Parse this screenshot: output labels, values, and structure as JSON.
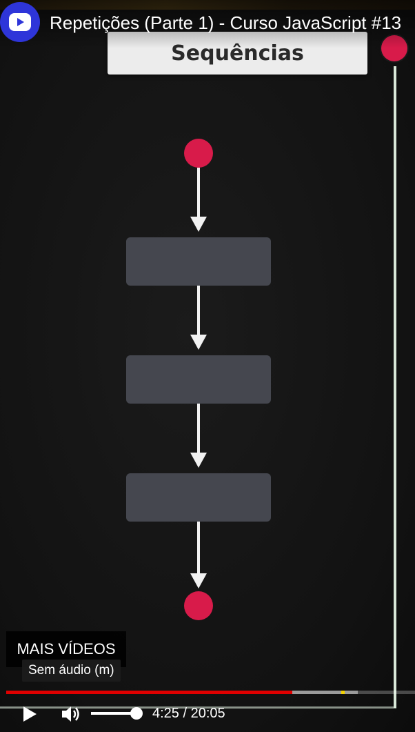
{
  "player": {
    "title": "Repetições (Parte 1) - Curso JavaScript #13",
    "logo_icon": "channel-logo-icon",
    "more_videos": "MAIS VÍDEOS",
    "mute_tooltip": "Sem áudio (m)",
    "time_display": "4:25 / 20:05",
    "progress": {
      "played_fraction": 0.7,
      "buffered_fraction": 0.86,
      "chapter_marker_fraction": 0.82
    },
    "volume_fraction": 0.85,
    "colors": {
      "progress": "#e00000",
      "logo": "#2e35d9"
    }
  },
  "slide": {
    "title": "Sequências",
    "accent": "#d81b4a",
    "box_color": "#45474f",
    "step_count": 3
  }
}
